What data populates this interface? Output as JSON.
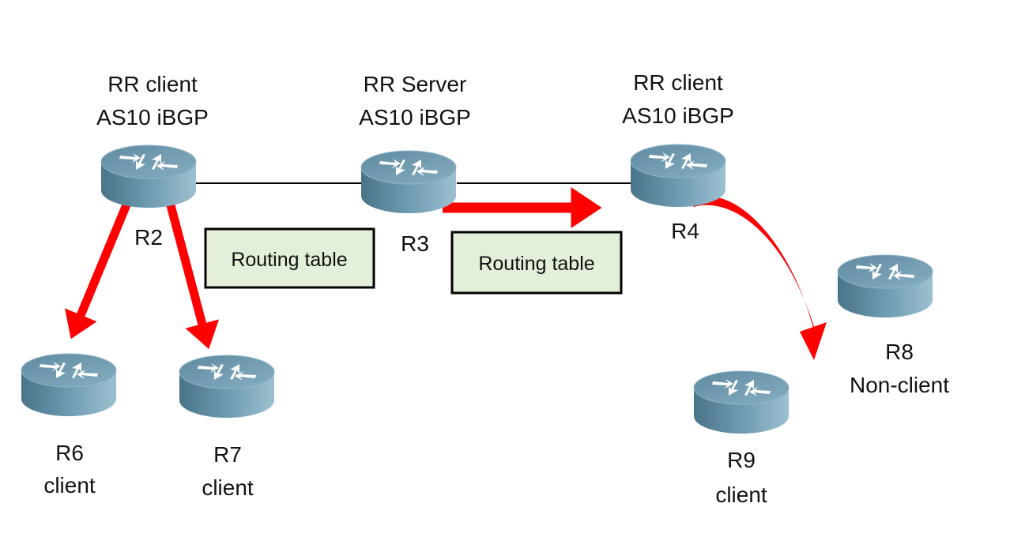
{
  "colors": {
    "link": "#000000",
    "arrow": "#ff0000",
    "box_fill": "#e2efd9",
    "box_stroke": "#000000",
    "router_top": "#6f98ab",
    "router_side": "#5d8a9e"
  },
  "routers": {
    "r2": {
      "name": "R2",
      "role": "RR client",
      "detail": "AS10 iBGP",
      "icon": "router-icon"
    },
    "r3": {
      "name": "R3",
      "role": "RR Server",
      "detail": "AS10 iBGP",
      "icon": "router-icon"
    },
    "r4": {
      "name": "R4",
      "role": "RR client",
      "detail": "AS10 iBGP",
      "icon": "router-icon"
    },
    "r6": {
      "name": "R6",
      "role": "client",
      "icon": "router-icon"
    },
    "r7": {
      "name": "R7",
      "role": "client",
      "icon": "router-icon"
    },
    "r8": {
      "name": "R8",
      "role": "Non-client",
      "icon": "router-icon"
    },
    "r9": {
      "name": "R9",
      "role": "client",
      "icon": "router-icon"
    }
  },
  "boxes": {
    "left": "Routing table",
    "right": "Routing table"
  }
}
